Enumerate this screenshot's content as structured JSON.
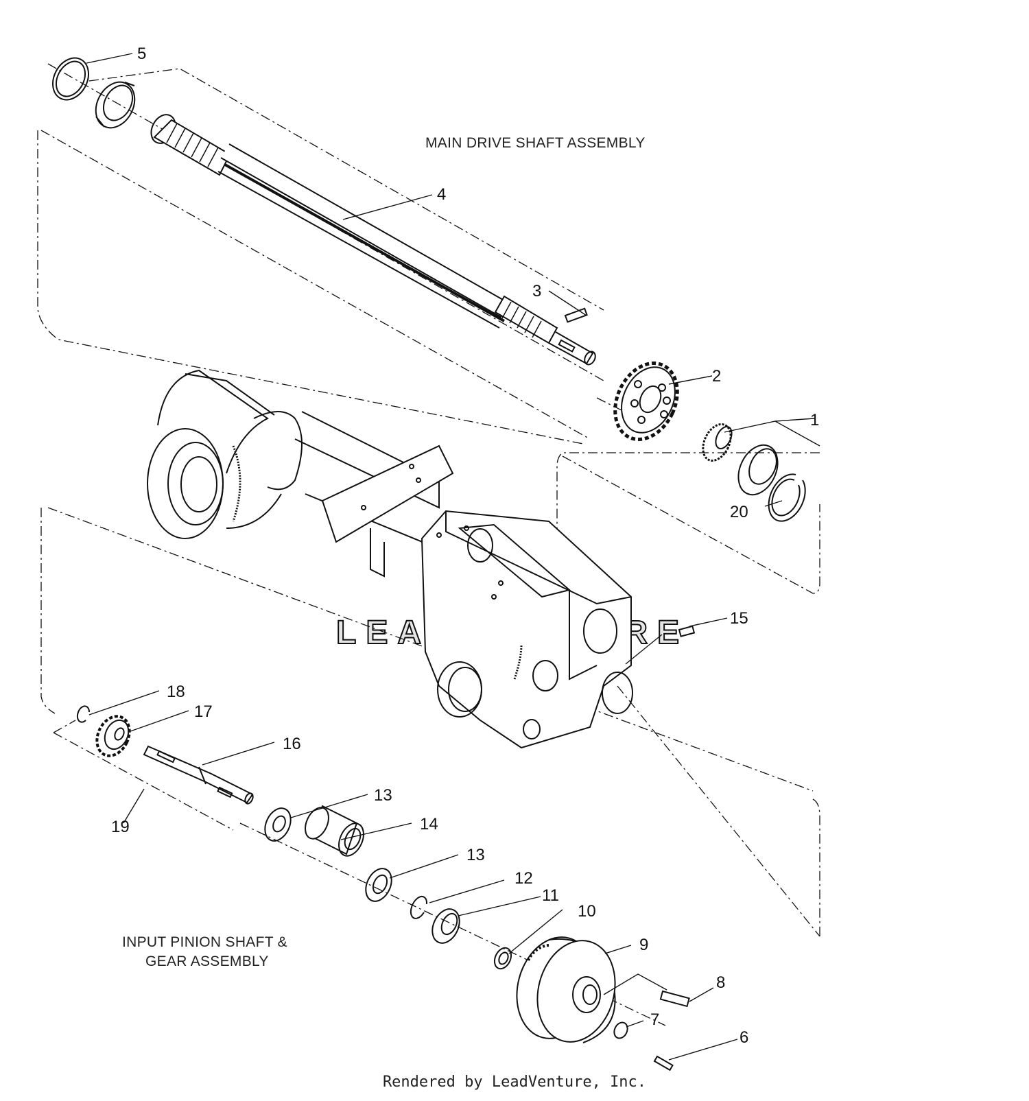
{
  "titles": {
    "main_drive": "MAIN DRIVE SHAFT ASSEMBLY",
    "input_pinion_line1": "INPUT PINION SHAFT &",
    "input_pinion_line2": "GEAR ASSEMBLY"
  },
  "callouts": [
    "1",
    "2",
    "3",
    "4",
    "5",
    "6",
    "7",
    "8",
    "9",
    "10",
    "11",
    "12",
    "13",
    "13",
    "14",
    "15",
    "16",
    "17",
    "18",
    "19",
    "20"
  ],
  "watermark": "LEADVENTURE",
  "footer": "Rendered by LeadVenture, Inc.",
  "colors": {
    "ink": "#111111",
    "watermark": "#e6e6e6"
  }
}
